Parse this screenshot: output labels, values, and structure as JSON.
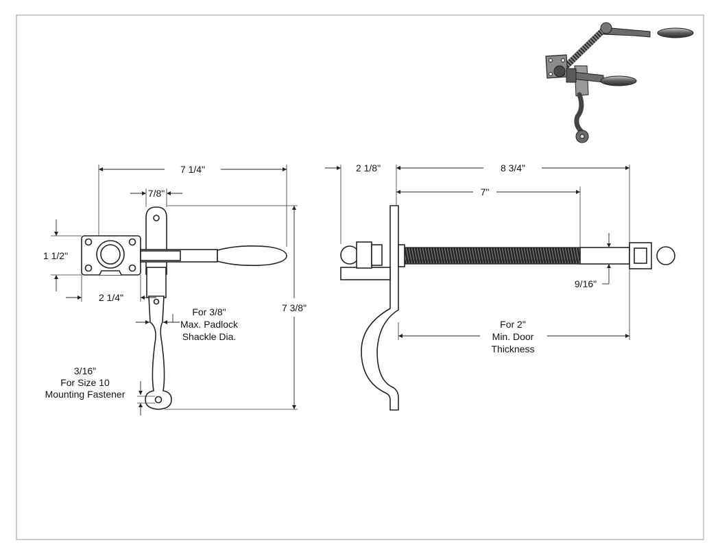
{
  "front_view": {
    "width_overall": "7 1/4\"",
    "plate_offset": "7/8\"",
    "plate_height": "1 1/2\"",
    "plate_width": "2 1/4\"",
    "height_overall": "7 3/8\"",
    "padlock_note": [
      "For 3/8\"",
      "Max. Padlock",
      "Shackle Dia."
    ],
    "fastener_note": [
      "3/16\"",
      "For Size 10",
      "Mounting Fastener"
    ]
  },
  "side_view": {
    "depth_front": "2 1/8\"",
    "length_overall": "8 3/4\"",
    "spindle_length": "7\"",
    "spindle_dia": "9/16\"",
    "door_note": [
      "For 2\"",
      "Min. Door",
      "Thickness"
    ]
  },
  "iso_view": {
    "shading": "#6b6b6b"
  }
}
